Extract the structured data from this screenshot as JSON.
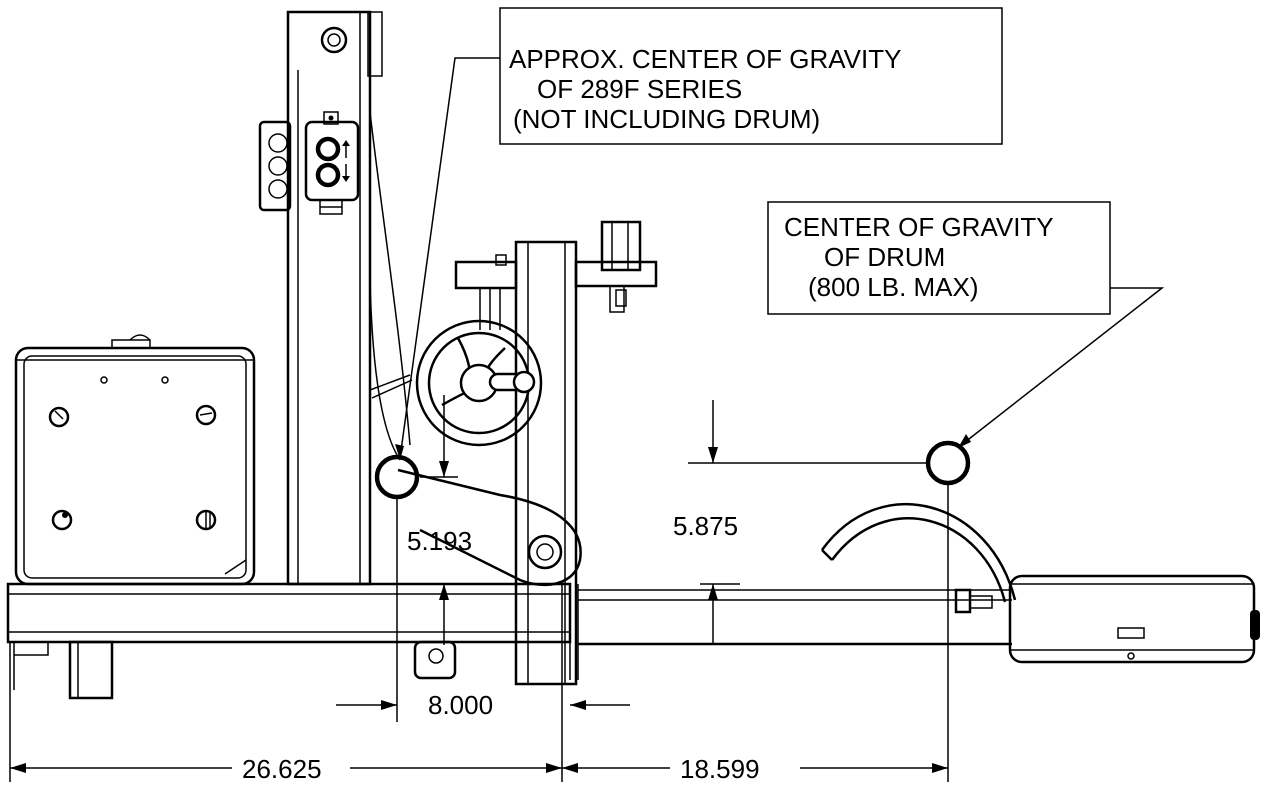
{
  "callouts": {
    "frame_cg_line1": "APPROX. CENTER OF GRAVITY",
    "frame_cg_line2": "OF 289F SERIES",
    "frame_cg_line3": "(NOT INCLUDING DRUM)",
    "drum_cg_line1": "CENTER OF GRAVITY",
    "drum_cg_line2": "OF DRUM",
    "drum_cg_line3": "(800 LB. MAX)"
  },
  "dimensions": {
    "frame_cg_height": "5.193",
    "drum_cg_height": "5.875",
    "cg_offset": "8.000",
    "frame_length": "26.625",
    "drum_offset": "18.599"
  },
  "colors": {
    "line": "#000000",
    "background": "#ffffff"
  },
  "icons": [
    "up-down-arrow-icon",
    "center-of-gravity-marker-icon"
  ]
}
